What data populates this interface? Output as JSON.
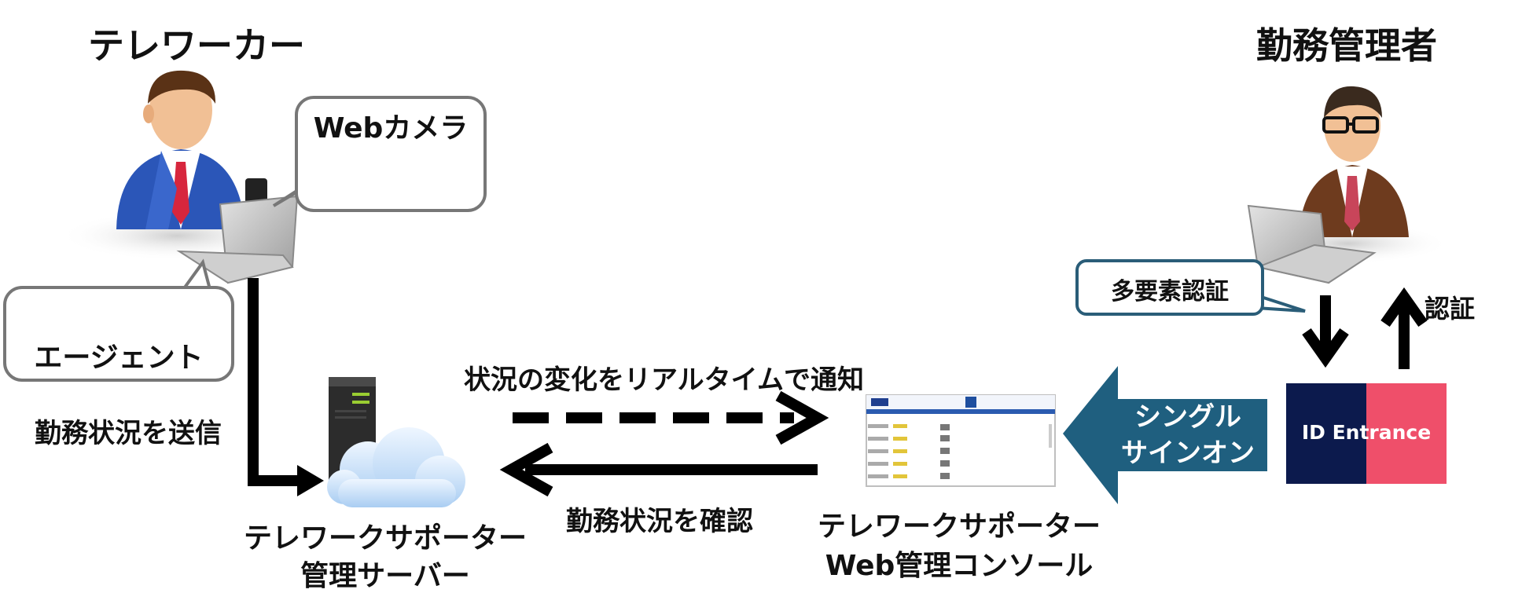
{
  "actors": {
    "teleworker": "テレワーカー",
    "manager": "勤務管理者"
  },
  "webcam": {
    "label": "Webカメラ"
  },
  "agent": {
    "label": "エージェント"
  },
  "mfa": {
    "label": "多要素認証"
  },
  "auth": {
    "label": "認証"
  },
  "send_status": "勤務状況を送信",
  "notify": "状況の変化をリアルタイムで通知",
  "confirm": "勤務状況を確認",
  "server": {
    "line1": "テレワークサポーター",
    "line2": "管理サーバー"
  },
  "console": {
    "line1": "テレワークサポーター",
    "line2": "Web管理コンソール"
  },
  "sso": {
    "line1": "シングル",
    "line2": "サインオン"
  },
  "id_entrance": {
    "label": "ID Entrance"
  },
  "colors": {
    "suit_blue": "#2b56b8",
    "suit_brown": "#6e3b1e",
    "sso_arrow": "#1f5f7f",
    "id_left": "#0c1a4d",
    "id_right": "#ef4f6a"
  }
}
